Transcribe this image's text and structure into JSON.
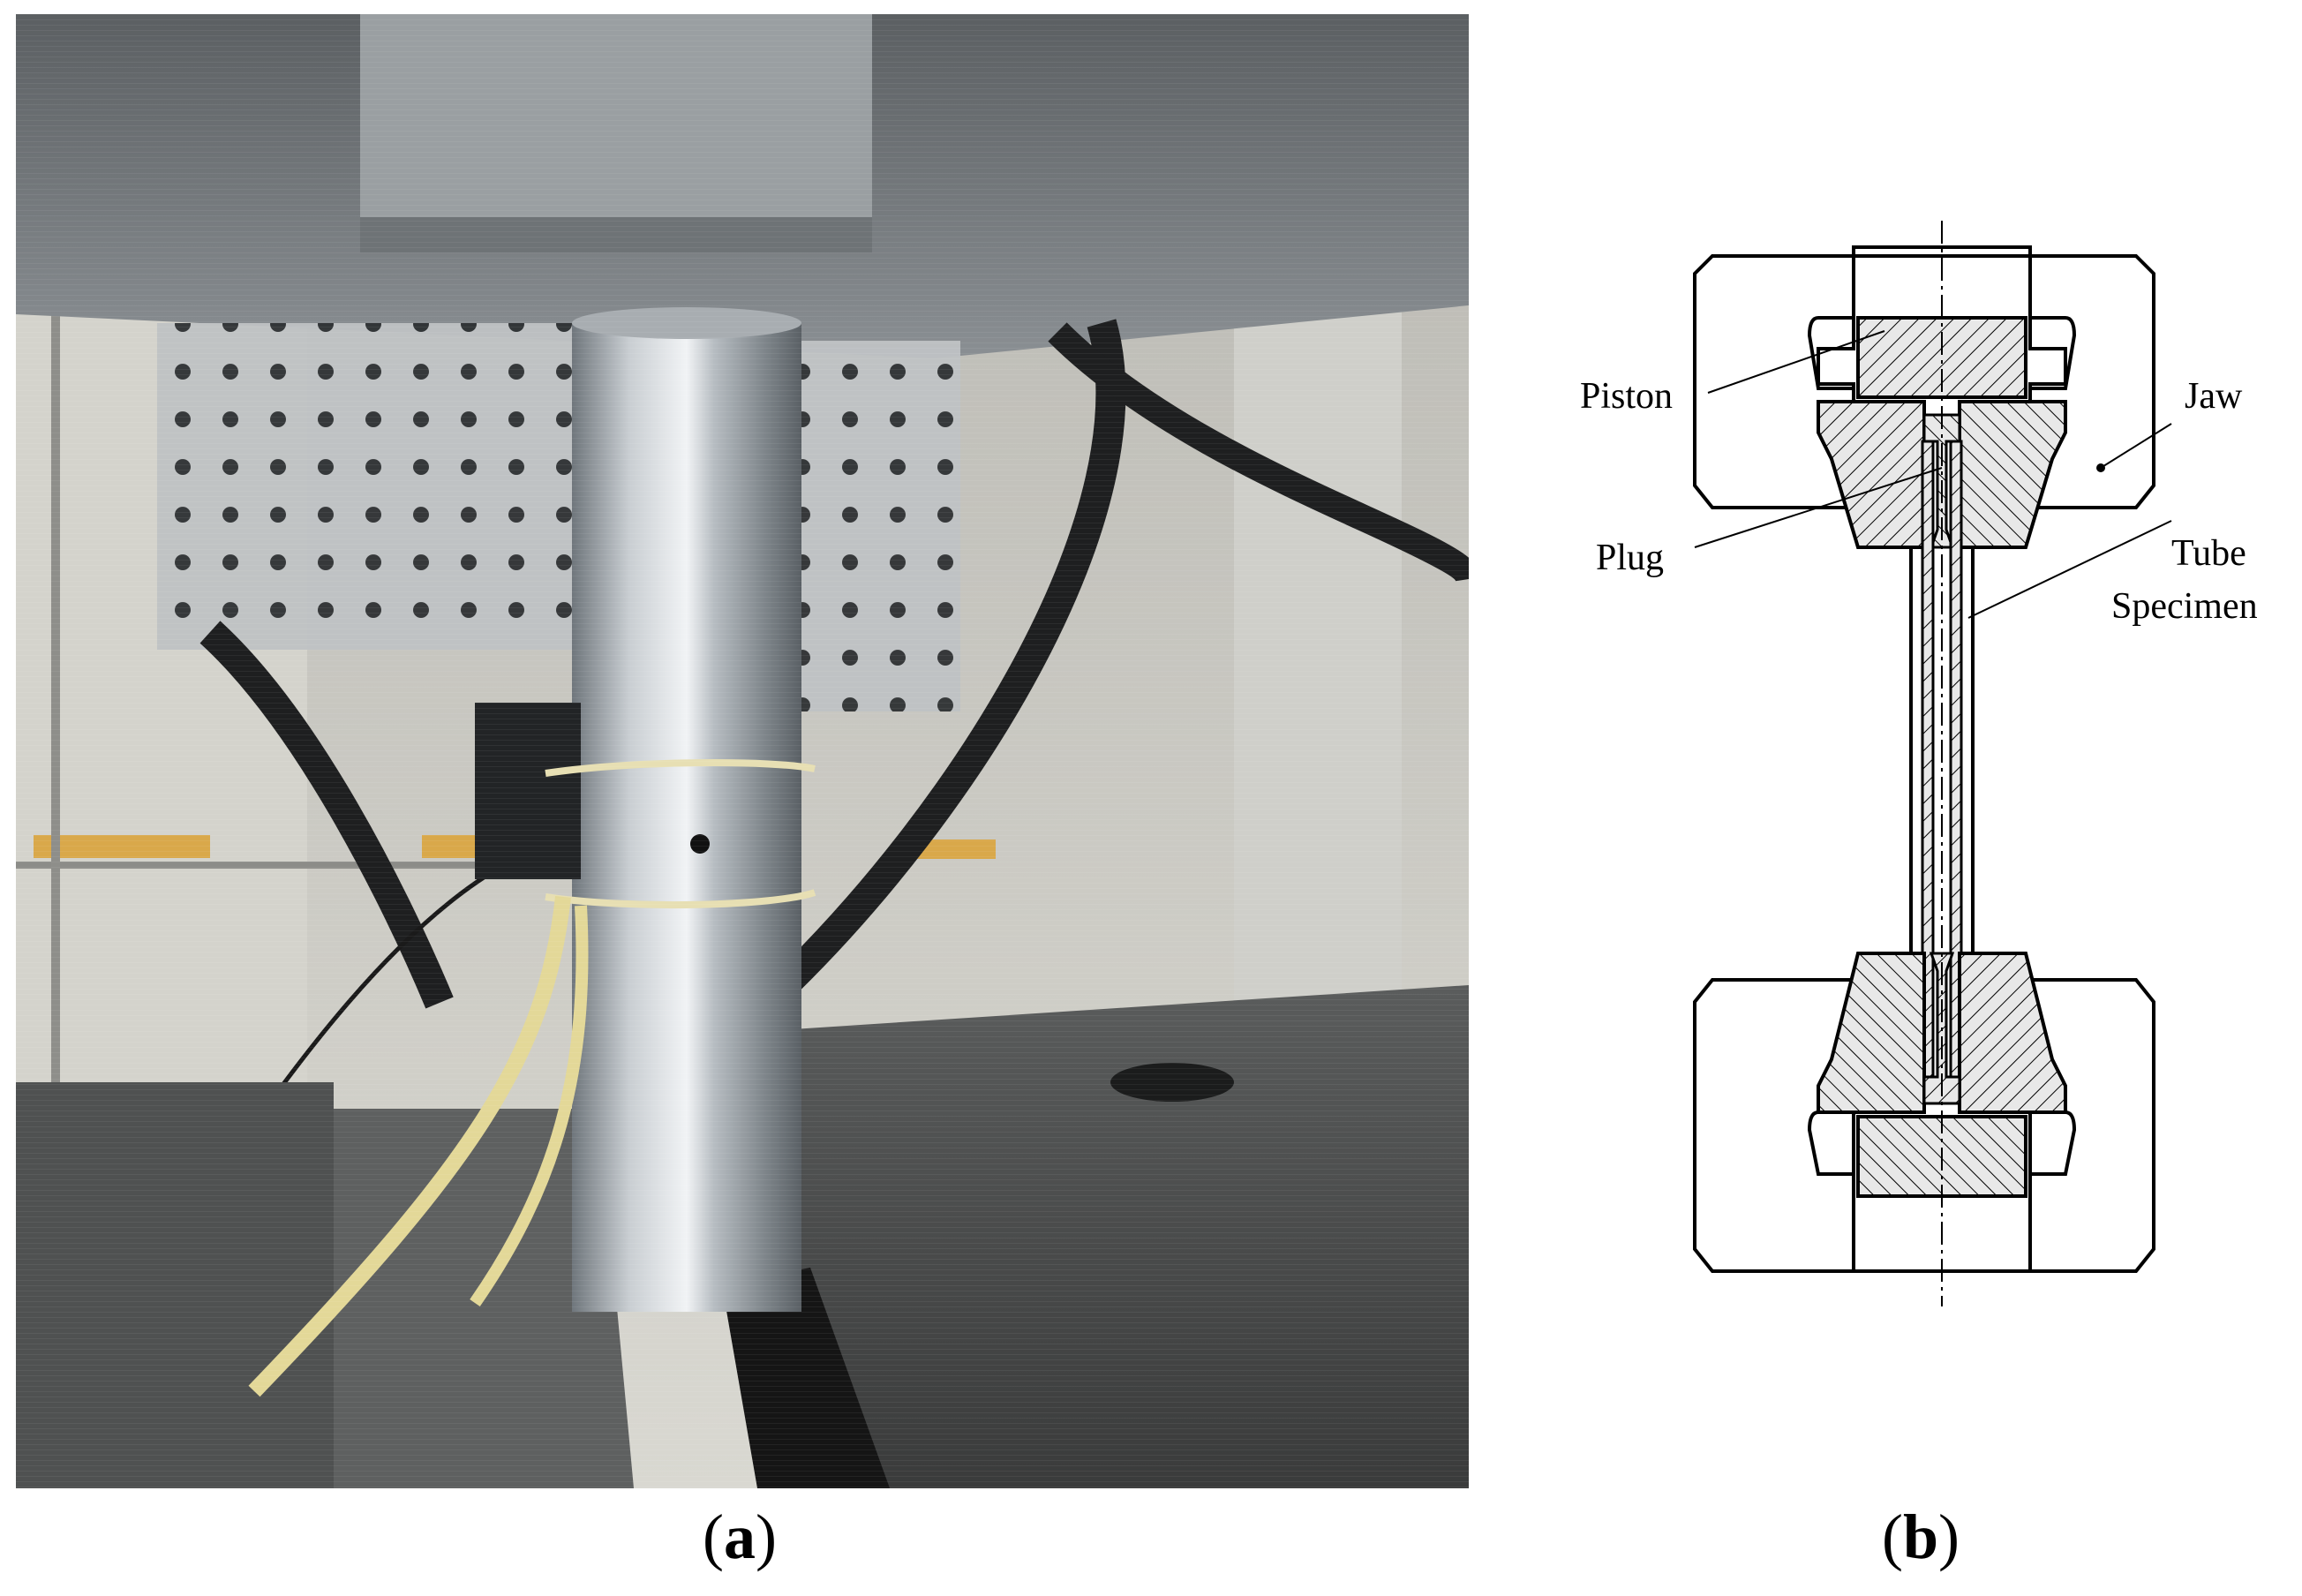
{
  "panel_a": {
    "label_open": "(",
    "label_letter": "a",
    "label_close": ")"
  },
  "panel_b": {
    "label_open": "(",
    "label_letter": "b",
    "label_close": ")",
    "callouts": {
      "piston": "Piston",
      "jaw": "Jaw",
      "plug": "Plug",
      "tube_line1": "Tube",
      "tube_line2": "Specimen"
    }
  },
  "colors": {
    "hatch": "#000000",
    "hatch_fill": "#e8e8e8",
    "outline": "#000000"
  }
}
